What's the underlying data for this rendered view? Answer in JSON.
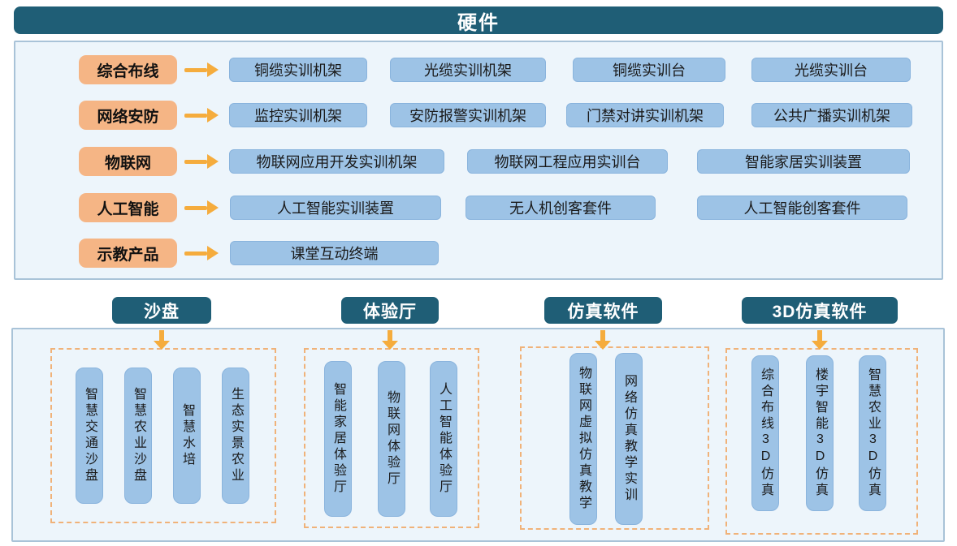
{
  "colors": {
    "header_teal": "#1f5e76",
    "category_orange": "#f5b585",
    "arrow_gold": "#f5ac3d",
    "pill_blue": "#9dc3e6",
    "panel_bg": "#edf5fb",
    "panel_border": "#a9c3d8",
    "dashed_orange": "#f0b279"
  },
  "hardware": {
    "title": "硬件",
    "rows": [
      {
        "category": "综合布线",
        "items": [
          "铜缆实训机架",
          "光缆实训机架",
          "铜缆实训台",
          "光缆实训台"
        ]
      },
      {
        "category": "网络安防",
        "items": [
          "监控实训机架",
          "安防报警实训机架",
          "门禁对讲实训机架",
          "公共广播实训机架"
        ]
      },
      {
        "category": "物联网",
        "items": [
          "物联网应用开发实训机架",
          "物联网工程应用实训台",
          "智能家居实训装置"
        ]
      },
      {
        "category": "人工智能",
        "items": [
          "人工智能实训装置",
          "无人机创客套件",
          "人工智能创客套件"
        ]
      },
      {
        "category": "示教产品",
        "items": [
          "课堂互动终端"
        ]
      }
    ]
  },
  "software": {
    "groups": [
      {
        "title": "沙盘",
        "items": [
          "智慧交通沙盘",
          "智慧农业沙盘",
          "智慧水培",
          "生态实景农业"
        ]
      },
      {
        "title": "体验厅",
        "items": [
          "智能家居体验厅",
          "物联网体验厅",
          "人工智能体验厅"
        ]
      },
      {
        "title": "仿真软件",
        "items": [
          "物联网虚拟仿真教学",
          "网络仿真教学实训"
        ]
      },
      {
        "title": "3D仿真软件",
        "items": [
          "综合布线3D仿真",
          "楼宇智能3D仿真",
          "智慧农业3D仿真"
        ]
      }
    ]
  }
}
